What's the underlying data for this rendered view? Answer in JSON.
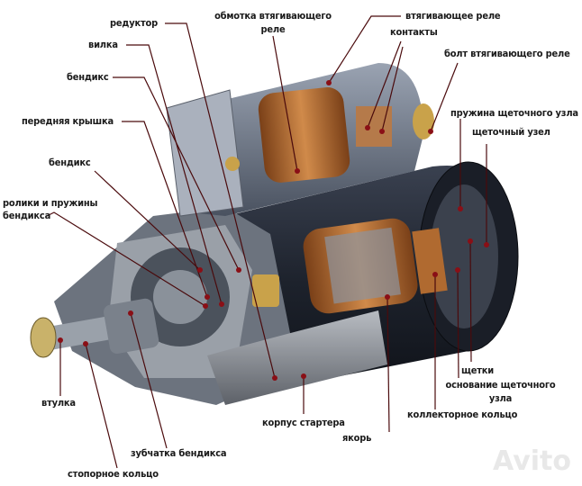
{
  "labels": {
    "reduktor": "редуктор",
    "obmotka_line1": "обмотка втягивающего",
    "obmotka_line2": "реле",
    "vtyag_rele": "втягивающее реле",
    "kontakty": "контакты",
    "bolt": "болт втягивающего реле",
    "vilka": "вилка",
    "bendiks_1": "бендикс",
    "perednyaya_kryshka": "передняя крышка",
    "bendiks_2": "бендикс",
    "roliki_line1": "ролики и пружины",
    "roliki_line2": "бендикса",
    "pruzhina": "пружина щеточного узла",
    "shchetochny_uzel": "щеточный узел",
    "shchetki": "щетки",
    "osnovanie_line1": "основание щеточного",
    "osnovanie_line2": "узла",
    "kollektor": "коллекторное кольцо",
    "yakor": "якорь",
    "korpus": "корпус стартера",
    "vtulka": "втулка",
    "zubchatka": "зубчатка бендикса",
    "stopornoe": "стопорное кольцо"
  },
  "watermark": "Avito",
  "colors": {
    "leader": "#7a0f14",
    "text": "#1a1a1a",
    "copper": "#b8733a",
    "body": "#5c6470",
    "housing": "#2a2f3a"
  }
}
